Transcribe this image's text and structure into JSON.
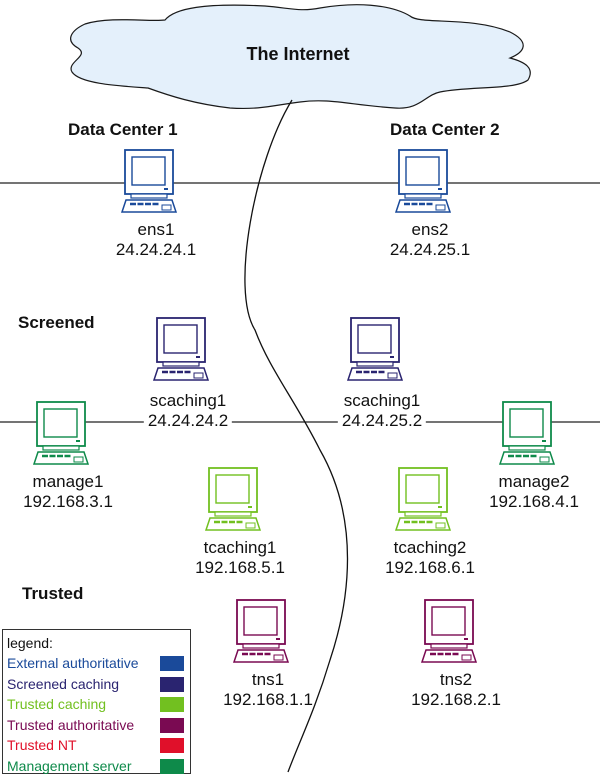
{
  "internet": {
    "label": "The Internet"
  },
  "zones": {
    "datacenter1": "Data Center 1",
    "datacenter2": "Data Center 2",
    "screened": "Screened",
    "trusted": "Trusted"
  },
  "colors": {
    "external_authoritative": "#1a4a9a",
    "screened_caching": "#2a2470",
    "trusted_caching": "#72c020",
    "trusted_authoritative": "#7a0a52",
    "trusted_nt": "#e0102a",
    "management_server": "#0e8a4a",
    "cloud_fill": "#e4f0fb"
  },
  "hosts": [
    {
      "id": "ens1",
      "name": "ens1",
      "ip": "24.24.24.1",
      "role": "external_authoritative",
      "icon": "computer-icon"
    },
    {
      "id": "ens2",
      "name": "ens2",
      "ip": "24.24.25.1",
      "role": "external_authoritative",
      "icon": "computer-icon"
    },
    {
      "id": "scaching1-dc1",
      "name": "scaching1",
      "ip": "24.24.24.2",
      "role": "screened_caching",
      "icon": "computer-icon"
    },
    {
      "id": "scaching1-dc2",
      "name": "scaching1",
      "ip": "24.24.25.2",
      "role": "screened_caching",
      "icon": "computer-icon"
    },
    {
      "id": "manage1",
      "name": "manage1",
      "ip": "192.168.3.1",
      "role": "management_server",
      "icon": "computer-icon"
    },
    {
      "id": "manage2",
      "name": "manage2",
      "ip": "192.168.4.1",
      "role": "management_server",
      "icon": "computer-icon"
    },
    {
      "id": "tcaching1",
      "name": "tcaching1",
      "ip": "192.168.5.1",
      "role": "trusted_caching",
      "icon": "computer-icon"
    },
    {
      "id": "tcaching2",
      "name": "tcaching2",
      "ip": "192.168.6.1",
      "role": "trusted_caching",
      "icon": "computer-icon"
    },
    {
      "id": "tns1",
      "name": "tns1",
      "ip": "192.168.1.1",
      "role": "trusted_authoritative",
      "icon": "computer-icon"
    },
    {
      "id": "tns2",
      "name": "tns2",
      "ip": "192.168.2.1",
      "role": "trusted_authoritative",
      "icon": "computer-icon"
    }
  ],
  "legend": {
    "title": "legend:",
    "items": [
      {
        "label": "External authoritative",
        "role": "external_authoritative"
      },
      {
        "label": "Screened caching",
        "role": "screened_caching"
      },
      {
        "label": "Trusted caching",
        "role": "trusted_caching"
      },
      {
        "label": "Trusted authoritative",
        "role": "trusted_authoritative"
      },
      {
        "label": "Trusted NT",
        "role": "trusted_nt"
      },
      {
        "label": "Management server",
        "role": "management_server"
      }
    ]
  }
}
